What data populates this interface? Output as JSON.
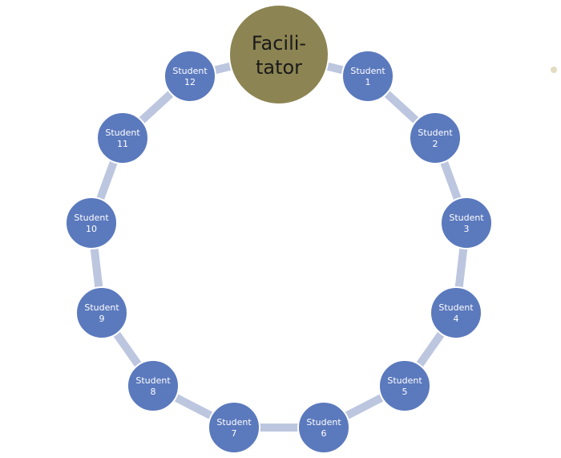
{
  "hub": {
    "line1": "Facili-",
    "line2": "tator"
  },
  "nodes": [
    {
      "line1": "Student",
      "line2": "1"
    },
    {
      "line1": "Student",
      "line2": "2"
    },
    {
      "line1": "Student",
      "line2": "3"
    },
    {
      "line1": "Student",
      "line2": "4"
    },
    {
      "line1": "Student",
      "line2": "5"
    },
    {
      "line1": "Student",
      "line2": "6"
    },
    {
      "line1": "Student",
      "line2": "7"
    },
    {
      "line1": "Student",
      "line2": "8"
    },
    {
      "line1": "Student",
      "line2": "9"
    },
    {
      "line1": "Student",
      "line2": "10"
    },
    {
      "line1": "Student",
      "line2": "11"
    },
    {
      "line1": "Student",
      "line2": "12"
    }
  ],
  "colors": {
    "hub_fill": "#8c8452",
    "node_fill": "#5b79bd",
    "node_stroke": "#ffffff",
    "connector": "#bcc6df",
    "dot": "#e3dcc0"
  }
}
